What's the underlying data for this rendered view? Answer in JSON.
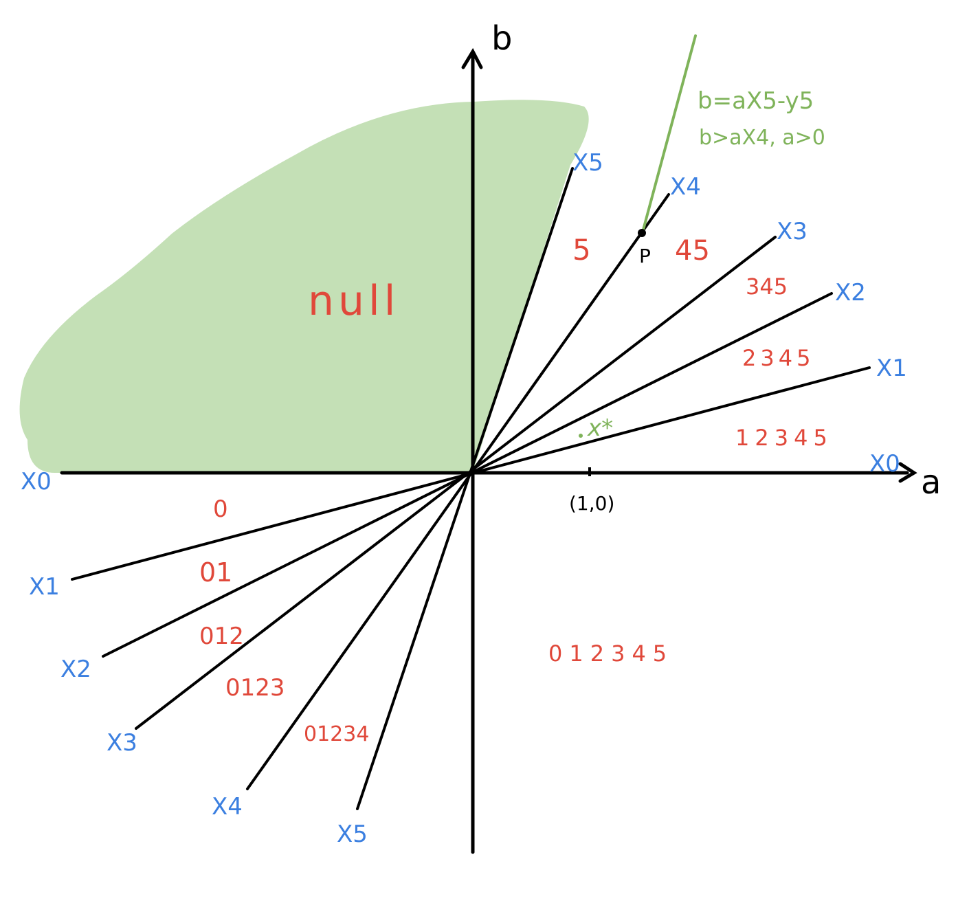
{
  "axes": {
    "a_label": "a",
    "b_label": "b"
  },
  "point_labels": {
    "origin_marker": "(1,0)",
    "p": "P",
    "x_star": "x*"
  },
  "annotation": {
    "line1": "b=aX5-y5",
    "line2": "b>aX4, a>0"
  },
  "ray_labels": {
    "upper": {
      "x0": "X0",
      "x1": "X1",
      "x2": "X2",
      "x3": "X3",
      "x4": "X4",
      "x5": "X5"
    },
    "lower": {
      "x0": "X0",
      "x1": "X1",
      "x2": "X2",
      "x3": "X3",
      "x4": "X4",
      "x5": "X5"
    }
  },
  "region_labels": {
    "null": "null",
    "r5": "5",
    "r45": "45",
    "r345": "345",
    "r2345": "2345",
    "r12345": "12345",
    "r0": "0",
    "r01": "01",
    "r012": "012",
    "r0123": "0123",
    "r01234": "01234",
    "r012345": "012345"
  },
  "colors": {
    "ray_label": "#3b7fe0",
    "region_label": "#e0483a",
    "highlight": "#c4e0b6",
    "annotation": "#7fb35a"
  }
}
